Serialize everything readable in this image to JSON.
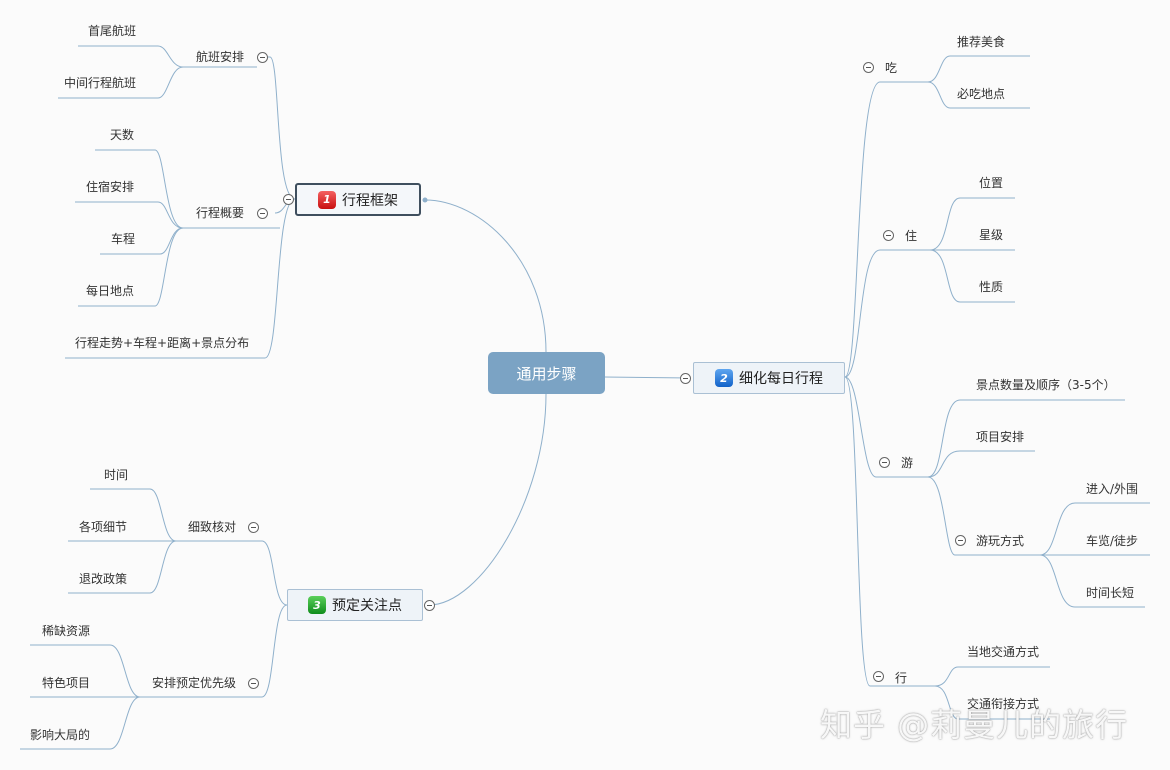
{
  "center": {
    "label": "通用步骤"
  },
  "branch1": {
    "badge": "1",
    "label": "行程框架",
    "groups": {
      "flight": {
        "label": "航班安排",
        "items": [
          "首尾航班",
          "中间行程航班"
        ]
      },
      "overview": {
        "label": "行程概要",
        "items": [
          "天数",
          "住宿安排",
          "车程",
          "每日地点"
        ]
      },
      "trend": {
        "label": "行程走势+车程+距离+景点分布"
      }
    }
  },
  "branch2": {
    "badge": "2",
    "label": "细化每日行程",
    "groups": {
      "eat": {
        "label": "吃",
        "items": [
          "推荐美食",
          "必吃地点"
        ]
      },
      "stay": {
        "label": "住",
        "items": [
          "位置",
          "星级",
          "性质"
        ]
      },
      "tour": {
        "label": "游",
        "items": [
          "景点数量及顺序（3-5个）",
          "项目安排"
        ],
        "sub": {
          "label": "游玩方式",
          "items": [
            "进入/外围",
            "车览/徒步",
            "时间长短"
          ]
        }
      },
      "go": {
        "label": "行",
        "items": [
          "当地交通方式",
          "交通衔接方式"
        ]
      }
    }
  },
  "branch3": {
    "badge": "3",
    "label": "预定关注点",
    "groups": {
      "check": {
        "label": "细致核对",
        "items": [
          "时间",
          "各项细节",
          "退改政策"
        ]
      },
      "priority": {
        "label": "安排预定优先级",
        "items": [
          "稀缺资源",
          "特色项目",
          "影响大局的"
        ]
      }
    }
  },
  "watermark": "知乎 @莉曼儿的旅行",
  "colors": {
    "line": "#8fb0cb",
    "center": "#7ba3c4",
    "selected_border": "#3f4f5e"
  }
}
